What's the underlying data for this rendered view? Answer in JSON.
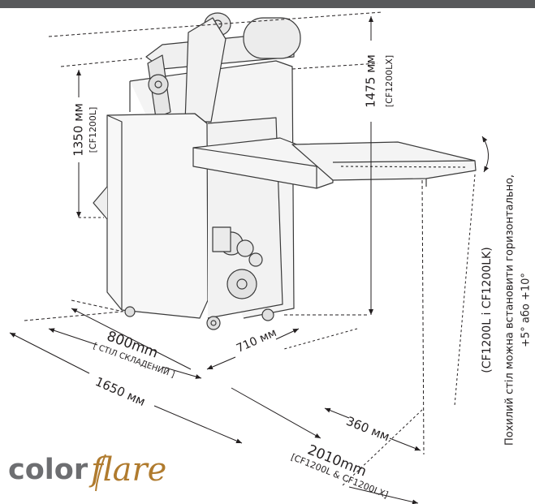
{
  "dimensions": {
    "height_l": "1350 мм",
    "model_l": "[CF1200L]",
    "height_lx": "1475 мм",
    "model_lx": "[CF1200LX]",
    "width_800": "800mm",
    "table_folded": "[ СТІЛ СКЛАДЕНИЙ ]",
    "depth_710": "710 мм",
    "length_1650": "1650 мм",
    "tray_360": "360 мм",
    "length_2010": "2010mm",
    "models_both": "[CF1200L & CF1200LX]"
  },
  "note": {
    "line1": "(CF1200L i CF1200LK)",
    "line2": "Похилий стіл можна встановити горизонтально,",
    "line3": "+5° або +10°"
  },
  "logo": {
    "part1": "color",
    "part2": "flare"
  },
  "colors": {
    "topbar": "#58595b",
    "line": "#231f20",
    "logo_gray": "#6d6e71",
    "logo_gold": "#b07b2e"
  }
}
